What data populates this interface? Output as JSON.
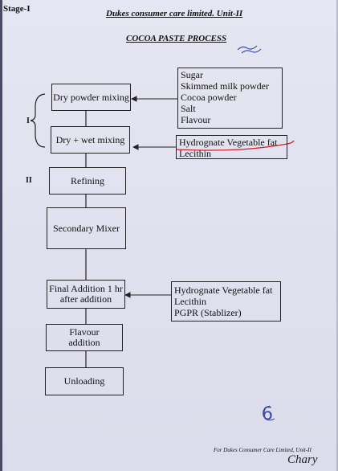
{
  "header": {
    "stage": "Stage-I",
    "company": "Dukes consumer care limited. Unit-II",
    "title": "COCOA PASTE PROCESS"
  },
  "labels": {
    "stage1": "I",
    "stage2": "II"
  },
  "steps": [
    "Dry powder mixing",
    "Dry + wet mixing",
    "Refining",
    "Secondary Mixer",
    "Final Addition 1 hr after addition",
    "Flavour addition",
    "Unloading"
  ],
  "ingredients": {
    "dry": [
      "Sugar",
      "Skimmed milk powder",
      "Cocoa powder",
      "Salt",
      "Flavour"
    ],
    "wet": [
      "Hydrognate Vegetable fat",
      "Lecithin"
    ],
    "final": [
      "Hydrognate Vegetable fat",
      "Lecithin",
      "PGPR (Stablizer)"
    ]
  },
  "footer": "For Dukes Consumer Care Limited, Unit-II",
  "page_number": "6",
  "signature": "Chary"
}
